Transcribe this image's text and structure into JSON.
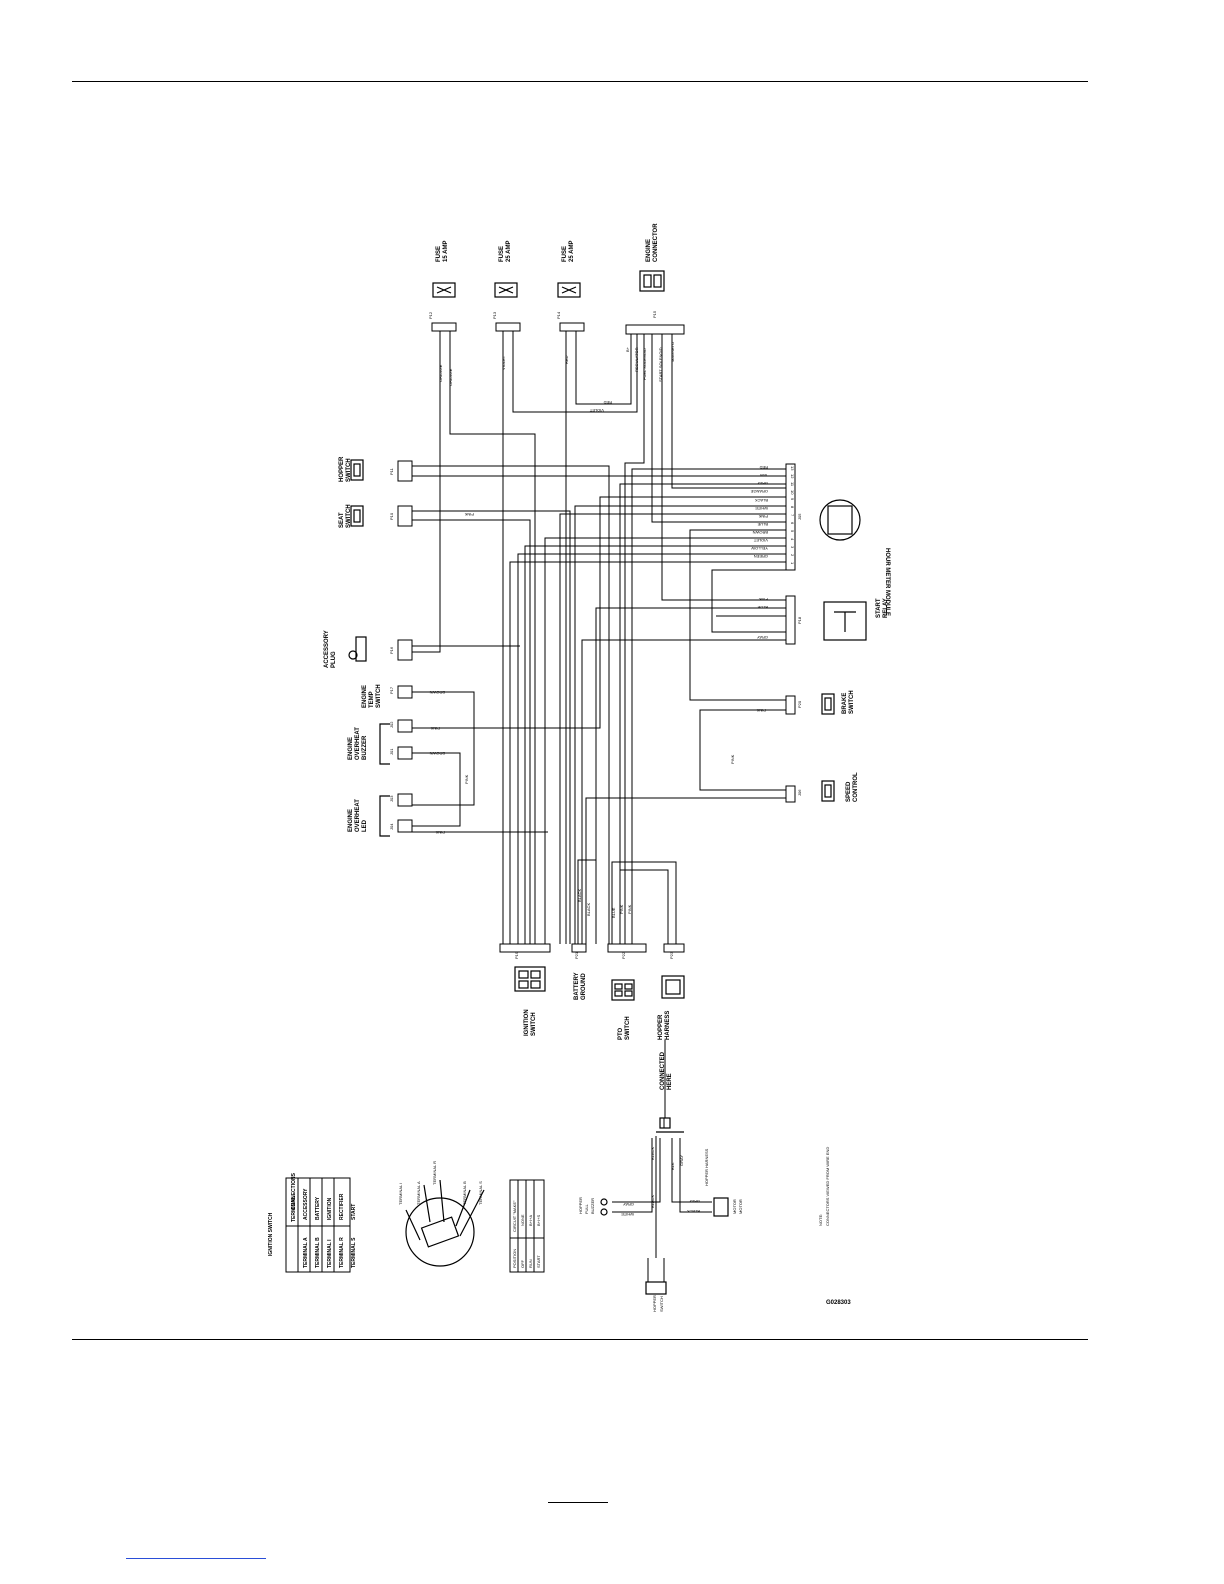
{
  "diagram_code": "G028303",
  "note": [
    "NOTE:",
    "CONNECTORS VIEWED FROM WIRE END"
  ],
  "colors": {
    "ink": "#000000",
    "footer_link": "#2a4ed8"
  },
  "components": {
    "fuse_15": [
      "FUSE",
      "15 AMP"
    ],
    "fuse_25a": [
      "FUSE",
      "25 AMP"
    ],
    "fuse_25b": [
      "FUSE",
      "25 AMP"
    ],
    "engine_connector": [
      "ENGINE",
      "CONNECTOR"
    ],
    "hopper_switch": [
      "HOPPER",
      "SWITCH"
    ],
    "seat_switch": [
      "SEAT",
      "SWITCH"
    ],
    "accessory_plug": [
      "ACCESSORY",
      "PLUG"
    ],
    "engine_temp_switch": [
      "ENGINE",
      "TEMP",
      "SWITCH"
    ],
    "engine_overheat_buzzer": [
      "ENGINE",
      "OVERHEAT",
      "BUZZER"
    ],
    "engine_overheat_led": [
      "ENGINE",
      "OVERHEAT",
      "LED"
    ],
    "hour_meter_module": "HOUR METER MODULE",
    "start_relay": [
      "START",
      "RELAY"
    ],
    "brake_switch": [
      "BRAKE",
      "SWITCH"
    ],
    "speed_control": [
      "SPEED",
      "CONTROL"
    ],
    "ignition_switch": [
      "IGNITION",
      "SWITCH"
    ],
    "battery_ground": [
      "BATTERY",
      "GROUND"
    ],
    "pto_switch": [
      "PTO",
      "SWITCH"
    ],
    "hopper_harness": [
      "HOPPER",
      "HARNESS"
    ],
    "connected_here": [
      "CONNECTED",
      "HERE"
    ],
    "hopper_harness_label": "HOPPER HARNESS",
    "hopper_full_buzzer": [
      "HOPPER",
      "FULL",
      "BUZZER"
    ],
    "motor": [
      "MOTOR",
      "MOTOR"
    ],
    "hopper_switch_bottom": [
      "HOPPER",
      "SWITCH"
    ]
  },
  "connector_ids": [
    "P12",
    "P13",
    "P14",
    "P15",
    "P11",
    "P10",
    "P16",
    "P17",
    "J02",
    "J01",
    "J03",
    "J04",
    "J05",
    "P18",
    "P20",
    "J06",
    "P19",
    "P21",
    "P22",
    "P23",
    "P24"
  ],
  "engine_pins": [
    "B+",
    "REGULATOR",
    "FUEL SOLENOID",
    "START SOLENOID",
    "MAGNETO"
  ],
  "wire_colors": {
    "orange": "ORANGE",
    "violet": "VIOLET",
    "red": "RED",
    "pink": "PINK",
    "brown": "BROWN",
    "black": "BLACK",
    "blue": "BLUE",
    "gray": "GRAY"
  },
  "hour_meter_wires": [
    "RED",
    "TAN",
    "GRAY",
    "ORANGE",
    "BLACK",
    "WHITE",
    "PINK",
    "BLUE",
    "BROWN",
    "VIOLET",
    "YELLOW",
    "GREEN"
  ],
  "hour_meter_pins": [
    "13",
    "12",
    "11",
    "10",
    "9",
    "8",
    "7",
    "6",
    "5",
    "4",
    "3",
    "2",
    "1"
  ],
  "relay_wires": [
    "PINK",
    "BLUE",
    "GRAY"
  ],
  "hopper_wires": [
    "BLACK",
    "GRAY",
    "BLK",
    "BLACK",
    "GRAY",
    "WHITE",
    "GRAY",
    "BLACK"
  ],
  "ignition_table": {
    "title": "IGNITION SWITCH",
    "header": [
      "TERMINAL",
      "CONNECTIONS"
    ],
    "rows": [
      [
        "TERMINAL A",
        "ACCESSORY"
      ],
      [
        "TERMINAL B",
        "BATTERY"
      ],
      [
        "TERMINAL I",
        "IGNITION"
      ],
      [
        "TERMINAL R",
        "RECTIFIER"
      ],
      [
        "TERMINAL S",
        "START"
      ]
    ]
  },
  "ignition_terminals": [
    "TERMINAL I",
    "TERMINAL A",
    "TERMINAL R",
    "TERMINAL B",
    "TERMINAL S"
  ],
  "position_table": {
    "header": [
      "POSITION",
      "CIRCUIT \"MAKE\""
    ],
    "rows": [
      [
        "OFF",
        "NONE"
      ],
      [
        "RUN",
        "B+I+A"
      ],
      [
        "START",
        "B+I+S"
      ]
    ]
  }
}
